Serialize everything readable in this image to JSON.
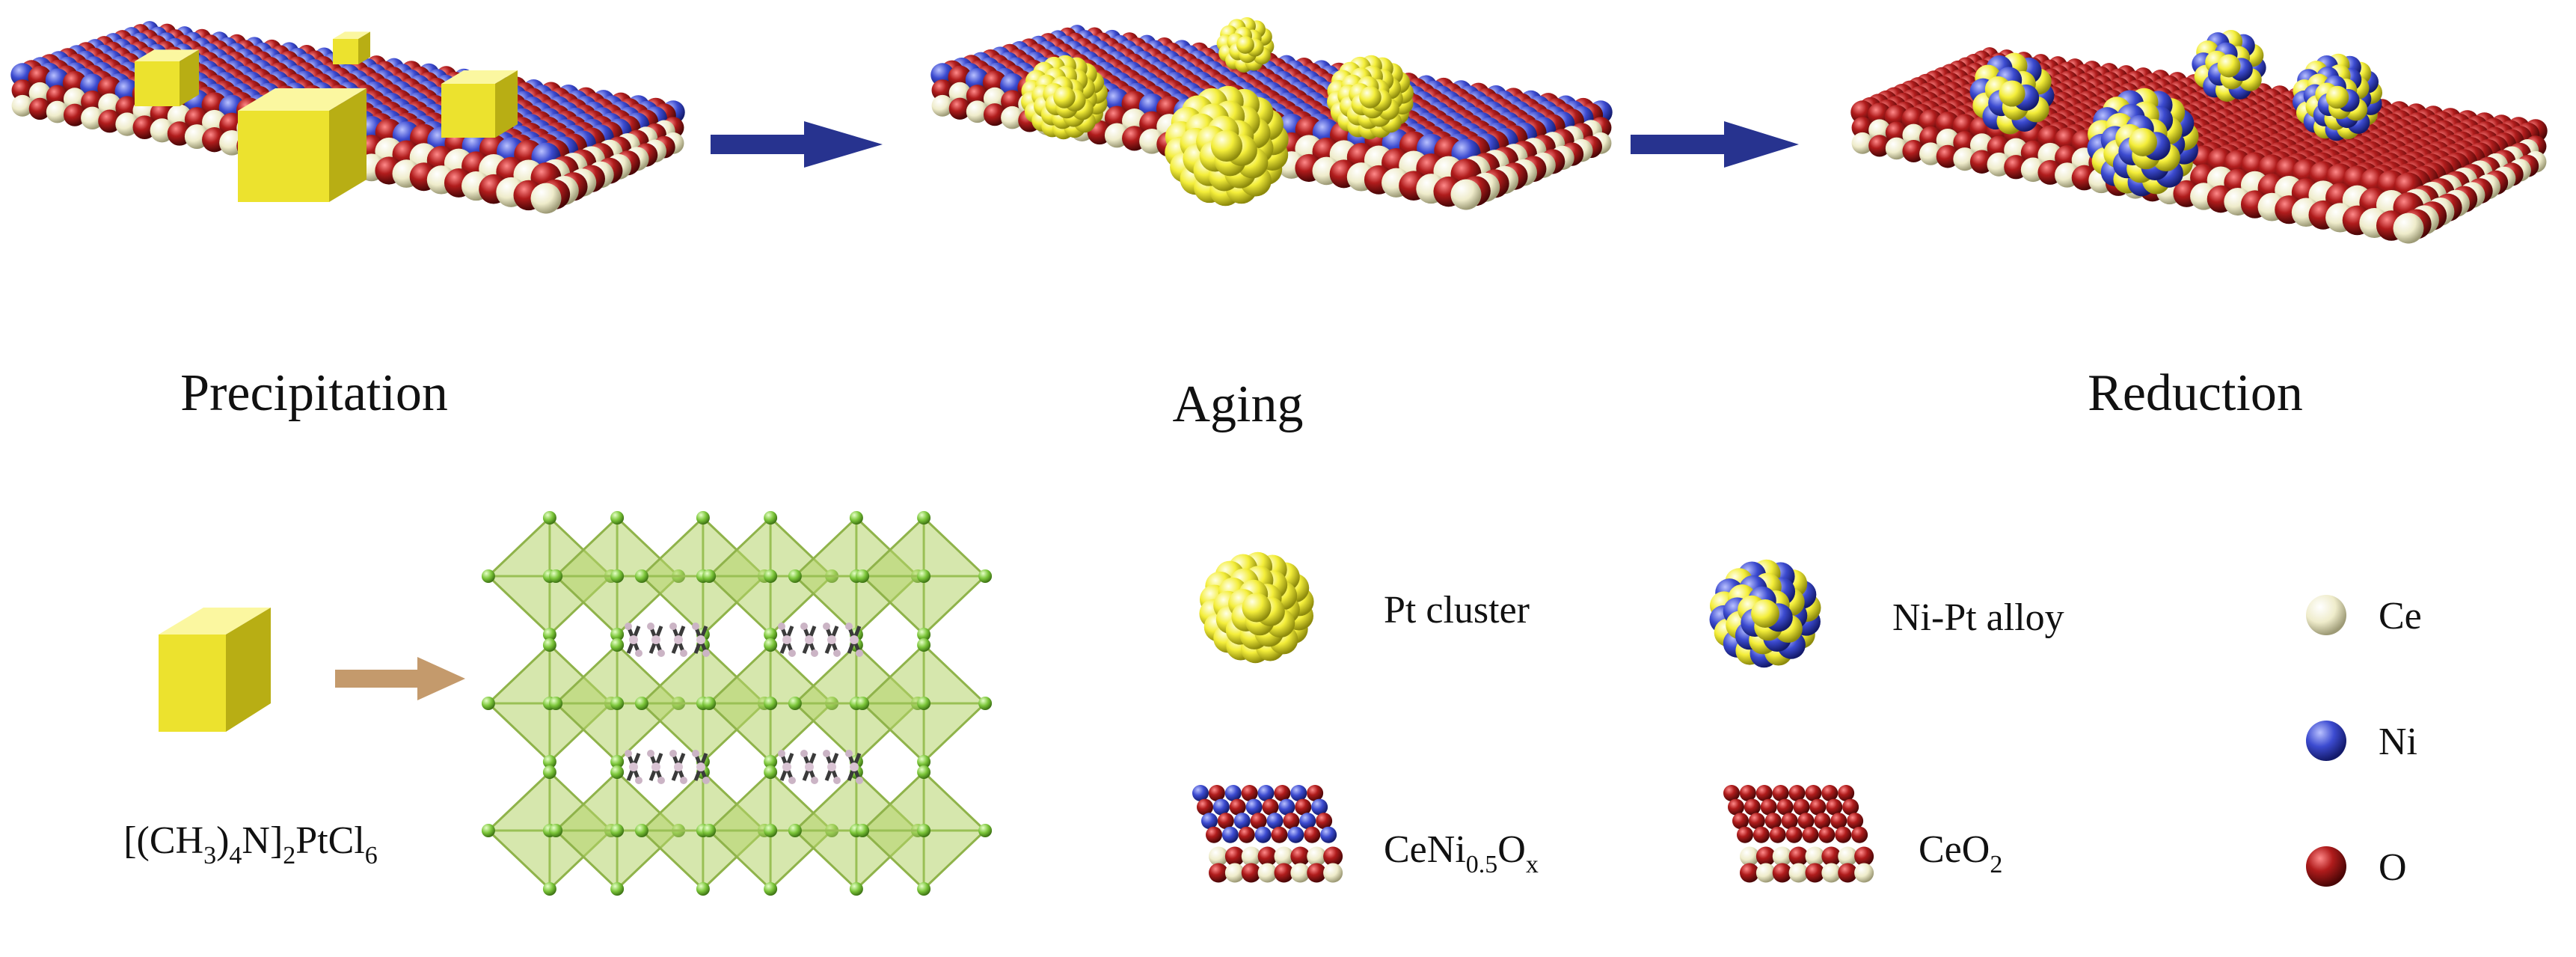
{
  "stages": [
    {
      "label": "Precipitation"
    },
    {
      "label": "Aging"
    },
    {
      "label": "Reduction"
    }
  ],
  "legend": {
    "pt_cluster": "Pt cluster",
    "ni_pt_alloy": "Ni-Pt alloy",
    "ce": "Ce",
    "ni": "Ni",
    "o": "O",
    "ceni_base": "CeNi",
    "ceni_sub": "0.5",
    "ceni_o": "O",
    "ceni_x": "x",
    "ceo2_base": "CeO",
    "ceo2_sub": "2"
  },
  "precursor": {
    "open": "[(CH",
    "sub1": "3",
    "mid": ")",
    "sub2": "4",
    "close": "N]",
    "sub3": "2",
    "tail": "PtCl",
    "sub4": "6"
  },
  "colors": {
    "ce": "#efeccb",
    "ni": "#3c4bd0",
    "o": "#9b1414",
    "pt": "#f4ee3a",
    "arrow_blue": "#27338f",
    "arrow_tan": "#c49a6c",
    "octahedron": "#b5d36a",
    "chloride": "#7cc63a"
  },
  "icons": [
    "yellow-cube-icon",
    "pt-cluster-icon",
    "ni-pt-alloy-icon",
    "ce-atom-icon",
    "ni-atom-icon",
    "o-atom-icon",
    "perovskite-structure-icon"
  ]
}
